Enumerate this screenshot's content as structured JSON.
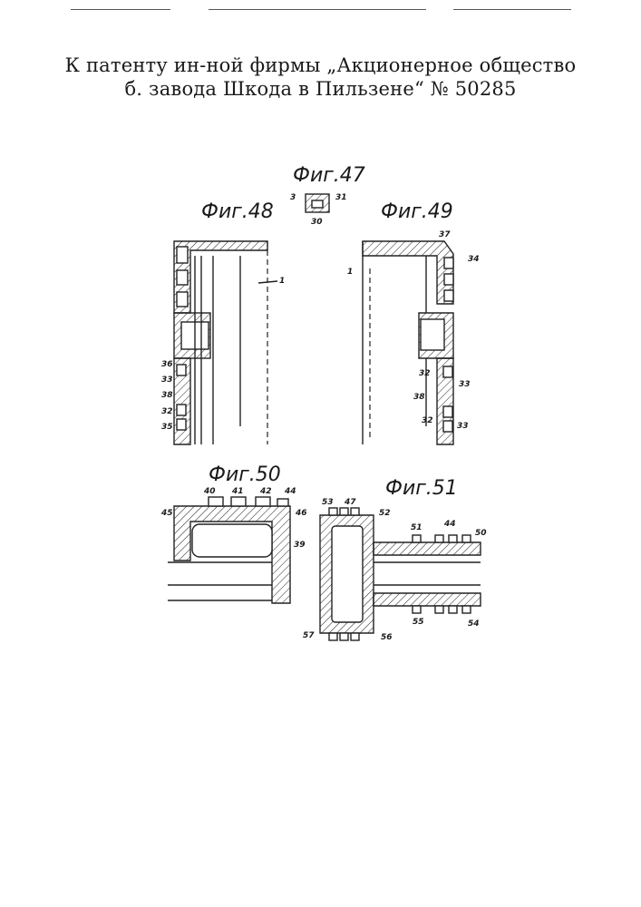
{
  "header": {
    "line1": "К патенту ин-ной фирмы „Акционерное общество",
    "line2": "б. завода Шкода в Пильзене“ № 50285"
  },
  "figures": {
    "fig47": {
      "label": "Фиг.47",
      "refs": [
        "3",
        "31",
        "30"
      ]
    },
    "fig48": {
      "label": "Фиг.48",
      "refs": [
        "1",
        "36",
        "33",
        "38",
        "32",
        "35"
      ]
    },
    "fig49": {
      "label": "Фиг.49",
      "refs": [
        "37",
        "34",
        "1",
        "32",
        "33",
        "38",
        "32",
        "33"
      ]
    },
    "fig50": {
      "label": "Фиг.50",
      "refs": [
        "40",
        "41",
        "42",
        "44",
        "45",
        "46",
        "39"
      ]
    },
    "fig51": {
      "label": "Фиг.51",
      "refs": [
        "53",
        "47",
        "52",
        "51",
        "44",
        "50",
        "55",
        "54",
        "57",
        "56"
      ]
    }
  }
}
